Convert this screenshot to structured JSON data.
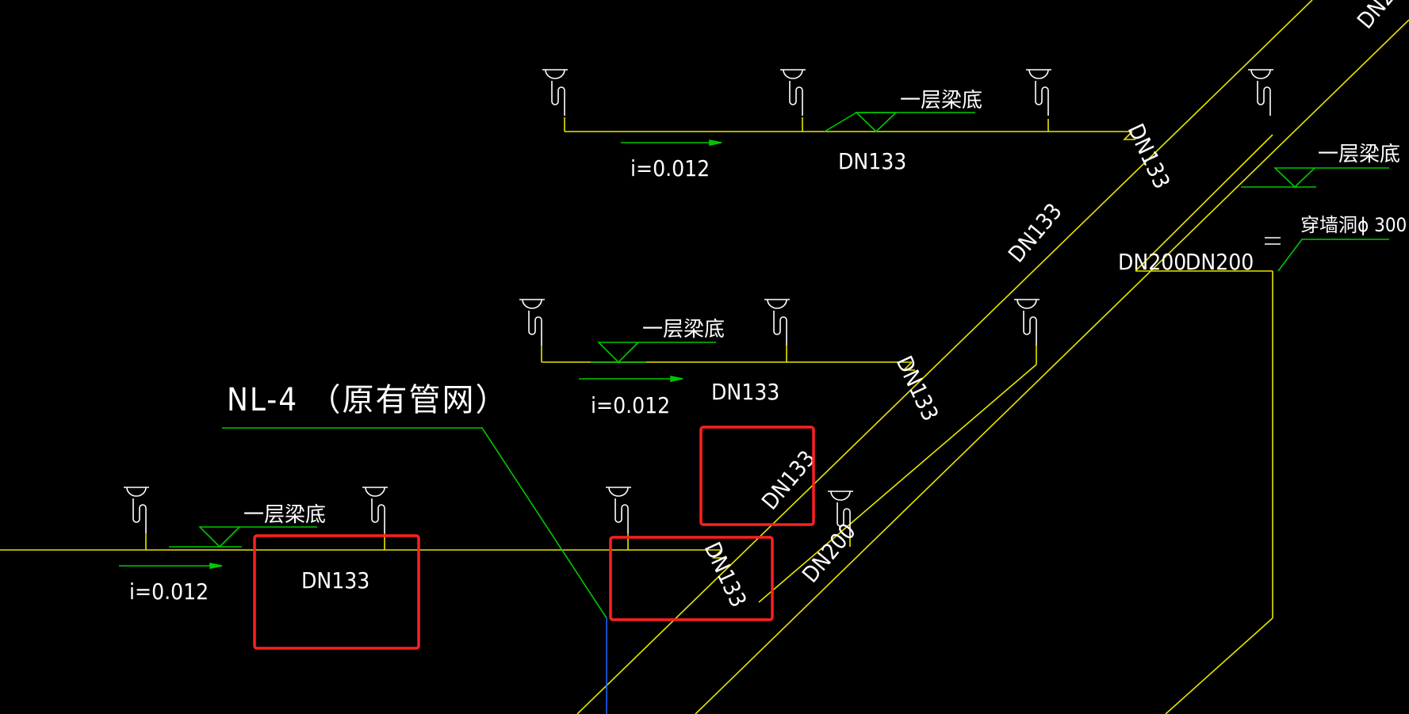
{
  "drawing": {
    "pipe_label": "NL-4 （原有管网）",
    "beam_label": "一层梁底",
    "slope_label": "i=0.012",
    "wall_hole_label": "穿墙洞ϕ 300",
    "dn133": "DN133",
    "dn200": "DN200"
  },
  "colors": {
    "background": "#000000",
    "pipe_yellow": "#e6e600",
    "annotation_green": "#00c800",
    "text_white": "#ffffff",
    "vertical_blue": "#1e64ff",
    "highlight_red": "#ff2020"
  }
}
